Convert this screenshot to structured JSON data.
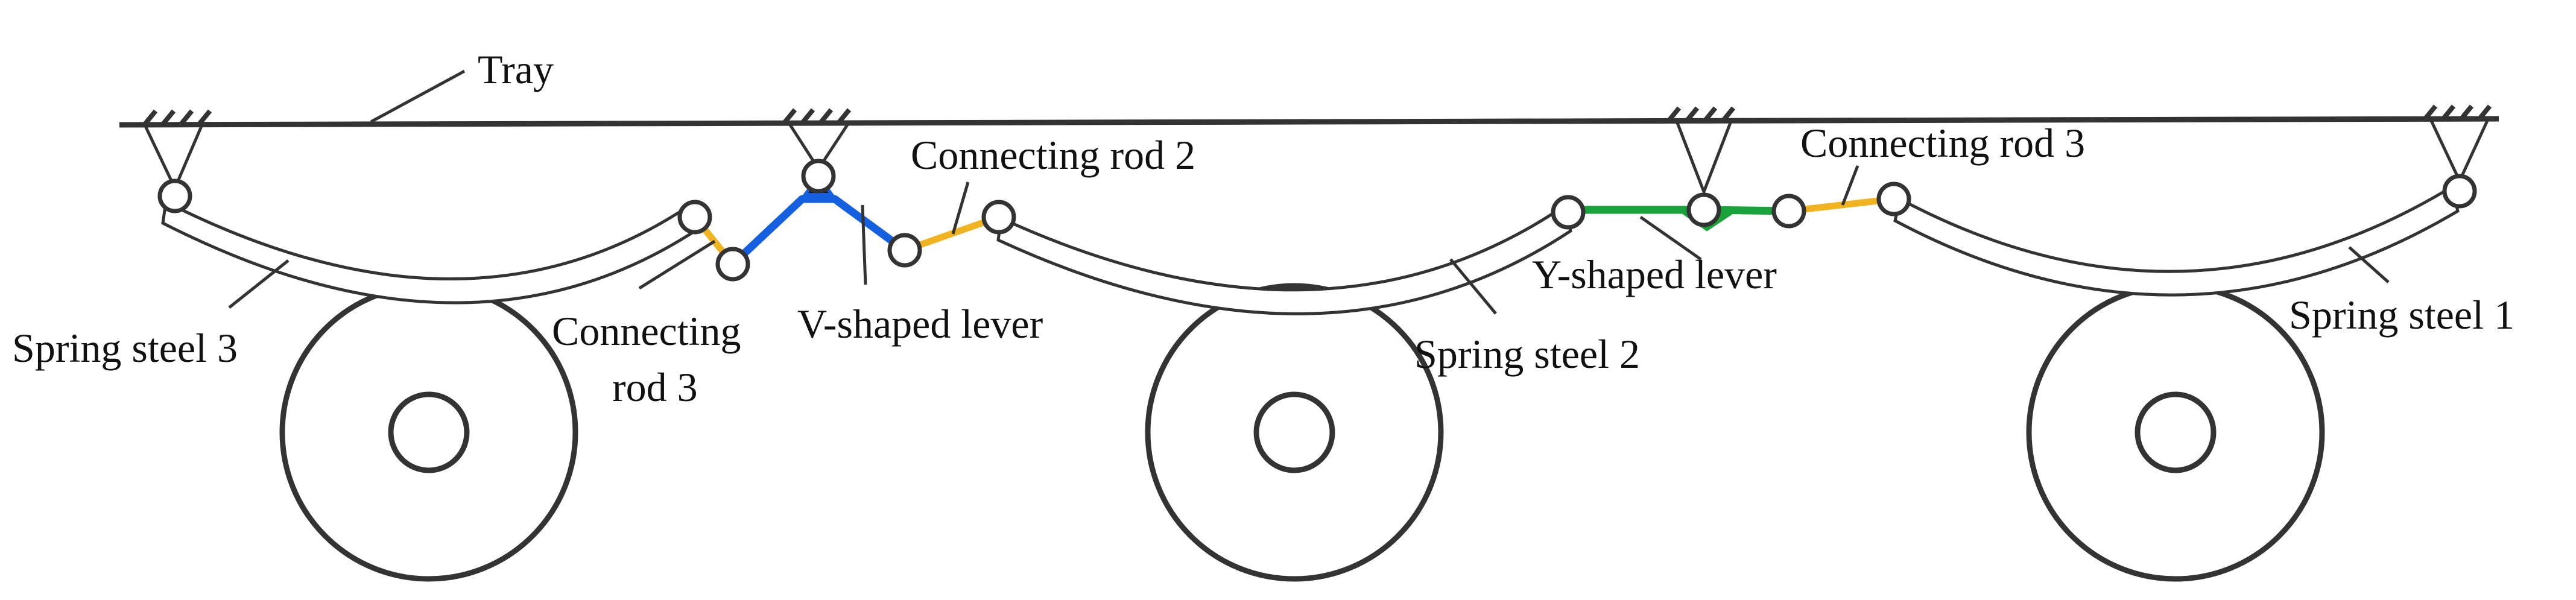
{
  "labels": {
    "tray": "Tray",
    "connecting_rod_2": "Connecting rod 2",
    "connecting_rod_3_right": "Connecting rod 3",
    "y_shaped_lever": "Y-shaped lever",
    "spring_steel_3": "Spring steel 3",
    "connecting_rod_3_left_line1": "Connecting",
    "connecting_rod_3_left_line2": "rod 3",
    "v_shaped_lever": "V-shaped lever",
    "spring_steel_2": "Spring steel 2",
    "spring_steel_1": "Spring steel 1"
  },
  "colors": {
    "v_shaped_lever": "#1560e0",
    "y_shaped_lever": "#1aa33a",
    "connecting_rod": "#f2b320",
    "structure": "#333333"
  }
}
